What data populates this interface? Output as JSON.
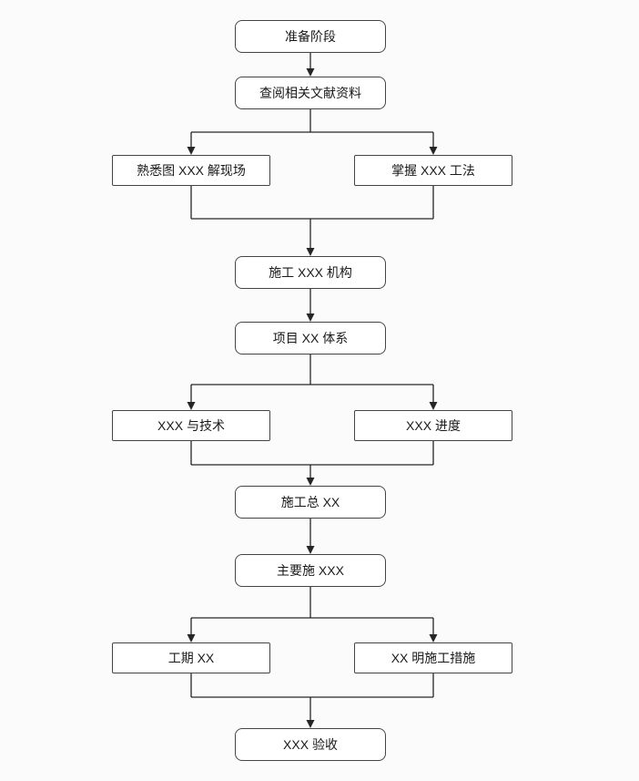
{
  "flowchart": {
    "nodes": [
      {
        "id": "prep-stage",
        "label": "准备阶段",
        "shape": "rounded"
      },
      {
        "id": "literature-review",
        "label": "查阅相关文献资料",
        "shape": "rounded"
      },
      {
        "id": "familiarize-site",
        "label": "熟悉图 XXX 解现场",
        "shape": "rect"
      },
      {
        "id": "master-method",
        "label": "掌握 XXX 工法",
        "shape": "rect"
      },
      {
        "id": "construction-org",
        "label": "施工 XXX 机构",
        "shape": "rounded"
      },
      {
        "id": "project-system",
        "label": "项目 XX 体系",
        "shape": "rounded"
      },
      {
        "id": "technology",
        "label": "XXX 与技术",
        "shape": "rect"
      },
      {
        "id": "progress",
        "label": "XXX 进度",
        "shape": "rect"
      },
      {
        "id": "overall-construction",
        "label": "施工总 XX",
        "shape": "rounded"
      },
      {
        "id": "main-measures",
        "label": "主要施 XXX",
        "shape": "rounded"
      },
      {
        "id": "duration",
        "label": "工期 XX",
        "shape": "rect"
      },
      {
        "id": "civilized-measures",
        "label": "XX 明施工措施",
        "shape": "rect"
      },
      {
        "id": "acceptance",
        "label": "XXX 验收",
        "shape": "rounded"
      }
    ],
    "edges": [
      [
        "prep-stage",
        "literature-review"
      ],
      [
        "literature-review",
        "familiarize-site"
      ],
      [
        "literature-review",
        "master-method"
      ],
      [
        "familiarize-site",
        "construction-org"
      ],
      [
        "master-method",
        "construction-org"
      ],
      [
        "construction-org",
        "project-system"
      ],
      [
        "project-system",
        "technology"
      ],
      [
        "project-system",
        "progress"
      ],
      [
        "technology",
        "overall-construction"
      ],
      [
        "progress",
        "overall-construction"
      ],
      [
        "overall-construction",
        "main-measures"
      ],
      [
        "main-measures",
        "duration"
      ],
      [
        "main-measures",
        "civilized-measures"
      ],
      [
        "duration",
        "acceptance"
      ],
      [
        "civilized-measures",
        "acceptance"
      ]
    ],
    "colors": {
      "background": "#fbfbfb",
      "node_fill": "#ffffff",
      "node_border": "#454545",
      "connector": "#262626",
      "text": "#1a1a1a"
    }
  }
}
